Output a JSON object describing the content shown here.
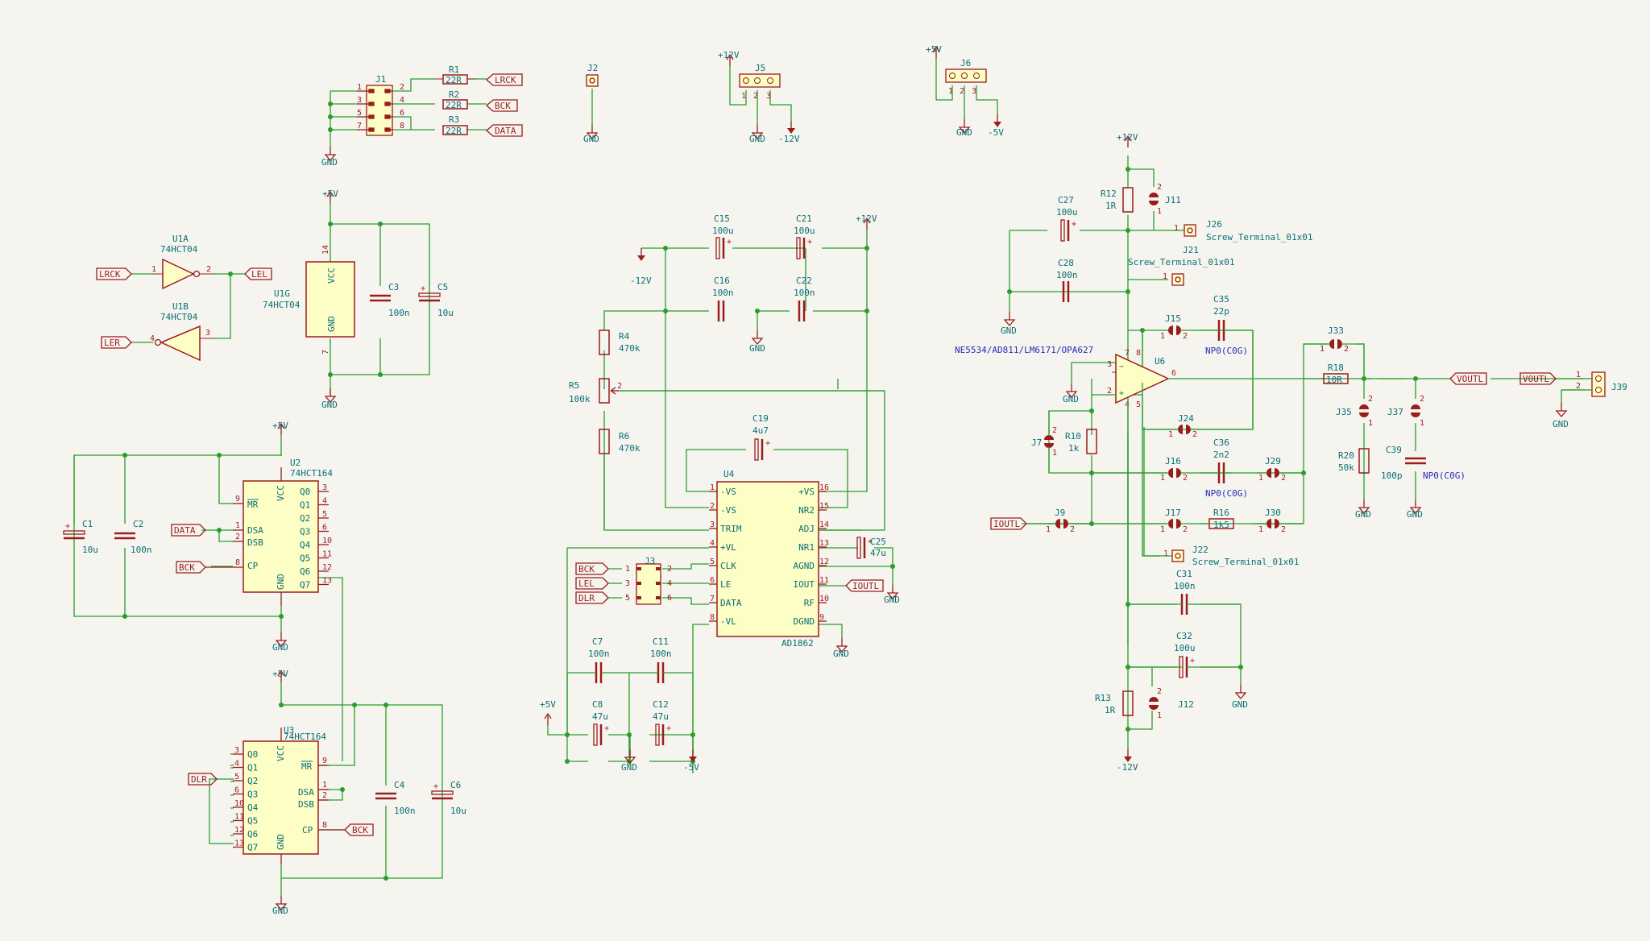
{
  "colors": {
    "background": "#f5f4ef",
    "wire": "#2a9d2a",
    "component": "#9b1c1c",
    "body_fill": "#fdfdc6",
    "text": "#0a6f74",
    "note": "#2a2ab8"
  },
  "power": {
    "gnd": "GND",
    "p5": "+5V",
    "p12": "+12V",
    "m12": "-12V",
    "m5": "-5V"
  },
  "components": {
    "J1": {
      "ref": "J1"
    },
    "R1": {
      "ref": "R1",
      "value": "22R"
    },
    "R2": {
      "ref": "R2",
      "value": "22R"
    },
    "R3": {
      "ref": "R3",
      "value": "22R"
    },
    "J2": {
      "ref": "J2"
    },
    "J5": {
      "ref": "J5"
    },
    "J6": {
      "ref": "J6"
    },
    "U1A": {
      "ref": "U1A",
      "value": "74HCT04"
    },
    "U1B": {
      "ref": "U1B",
      "value": "74HCT04"
    },
    "U1G": {
      "ref": "U1G",
      "value": "74HCT04"
    },
    "C3": {
      "ref": "C3",
      "value": "100n"
    },
    "C5": {
      "ref": "C5",
      "value": "10u"
    },
    "U2": {
      "ref": "U2",
      "value": "74HCT164"
    },
    "U3": {
      "ref": "U3",
      "value": "74HCT164"
    },
    "C1": {
      "ref": "C1",
      "value": "10u"
    },
    "C2": {
      "ref": "C2",
      "value": "100n"
    },
    "C4": {
      "ref": "C4",
      "value": "100n"
    },
    "C6": {
      "ref": "C6",
      "value": "10u"
    },
    "C15": {
      "ref": "C15",
      "value": "100u"
    },
    "C21": {
      "ref": "C21",
      "value": "100u"
    },
    "C16": {
      "ref": "C16",
      "value": "100n"
    },
    "C22": {
      "ref": "C22",
      "value": "100n"
    },
    "R4": {
      "ref": "R4",
      "value": "470k"
    },
    "R5": {
      "ref": "R5",
      "value": "100k"
    },
    "R6": {
      "ref": "R6",
      "value": "470k"
    },
    "C19": {
      "ref": "C19",
      "value": "4u7"
    },
    "U4": {
      "ref": "U4",
      "value": "AD1862"
    },
    "C25": {
      "ref": "C25",
      "value": "47u"
    },
    "J3": {
      "ref": "J3"
    },
    "C7": {
      "ref": "C7",
      "value": "100n"
    },
    "C11": {
      "ref": "C11",
      "value": "100n"
    },
    "C8": {
      "ref": "C8",
      "value": "47u"
    },
    "C12": {
      "ref": "C12",
      "value": "47u"
    },
    "R12": {
      "ref": "R12",
      "value": "1R"
    },
    "J11": {
      "ref": "J11"
    },
    "C27": {
      "ref": "C27",
      "value": "100u"
    },
    "C28": {
      "ref": "C28",
      "value": "100n"
    },
    "J26": {
      "ref": "J26",
      "value": "Screw_Terminal_01x01"
    },
    "J21": {
      "ref": "J21",
      "value": "Screw_Terminal_01x01"
    },
    "J15": {
      "ref": "J15"
    },
    "C35": {
      "ref": "C35",
      "value": "22p",
      "note": "NP0(C0G)"
    },
    "U6": {
      "ref": "U6",
      "value": "NE5534/AD811/LM6171/OPA627"
    },
    "J33": {
      "ref": "J33"
    },
    "R18": {
      "ref": "R18",
      "value": "10R"
    },
    "J35": {
      "ref": "J35"
    },
    "J37": {
      "ref": "J37"
    },
    "R20": {
      "ref": "R20",
      "value": "50k"
    },
    "C39": {
      "ref": "C39",
      "value": "100p",
      "note": "NP0(C0G)"
    },
    "J24": {
      "ref": "J24"
    },
    "J7": {
      "ref": "J7"
    },
    "R10": {
      "ref": "R10",
      "value": "1k"
    },
    "J16": {
      "ref": "J16"
    },
    "C36": {
      "ref": "C36",
      "value": "2n2",
      "note": "NP0(C0G)"
    },
    "J29": {
      "ref": "J29"
    },
    "J9": {
      "ref": "J9"
    },
    "J17": {
      "ref": "J17"
    },
    "R16": {
      "ref": "R16",
      "value": "1k5"
    },
    "J30": {
      "ref": "J30"
    },
    "J22": {
      "ref": "J22",
      "value": "Screw_Terminal_01x01"
    },
    "C31": {
      "ref": "C31",
      "value": "100n"
    },
    "C32": {
      "ref": "C32",
      "value": "100u"
    },
    "R13": {
      "ref": "R13",
      "value": "1R"
    },
    "J12": {
      "ref": "J12"
    },
    "J39": {
      "ref": "J39"
    }
  },
  "nets": {
    "lrck": "LRCK",
    "bck": "BCK",
    "data": "DATA",
    "lel": "LEL",
    "ler": "LER",
    "dlr": "DLR",
    "ioutl": "IOUTL",
    "voutl": "VOUTL"
  },
  "u2": {
    "mr": "MR",
    "dsa": "DSA",
    "dsb": "DSB",
    "cp": "CP",
    "vcc": "VCC",
    "gnd": "GND",
    "outs": [
      "Q0",
      "Q1",
      "Q2",
      "Q3",
      "Q4",
      "Q5",
      "Q6",
      "Q7"
    ],
    "out_pins": [
      "3",
      "4",
      "5",
      "6",
      "10",
      "11",
      "12",
      "13"
    ]
  },
  "u4": {
    "left": [
      {
        "n": "1",
        "name": "-VS"
      },
      {
        "n": "2",
        "name": "-VS"
      },
      {
        "n": "3",
        "name": "TRIM"
      },
      {
        "n": "4",
        "name": "+VL"
      },
      {
        "n": "5",
        "name": "CLK"
      },
      {
        "n": "6",
        "name": "LE"
      },
      {
        "n": "7",
        "name": "DATA"
      },
      {
        "n": "8",
        "name": "-VL"
      }
    ],
    "right": [
      {
        "n": "16",
        "name": "+VS"
      },
      {
        "n": "15",
        "name": "NR2"
      },
      {
        "n": "14",
        "name": "ADJ"
      },
      {
        "n": "13",
        "name": "NR1"
      },
      {
        "n": "12",
        "name": "AGND"
      },
      {
        "n": "11",
        "name": "IOUT"
      },
      {
        "n": "10",
        "name": "RF"
      },
      {
        "n": "9",
        "name": "DGND"
      }
    ]
  }
}
